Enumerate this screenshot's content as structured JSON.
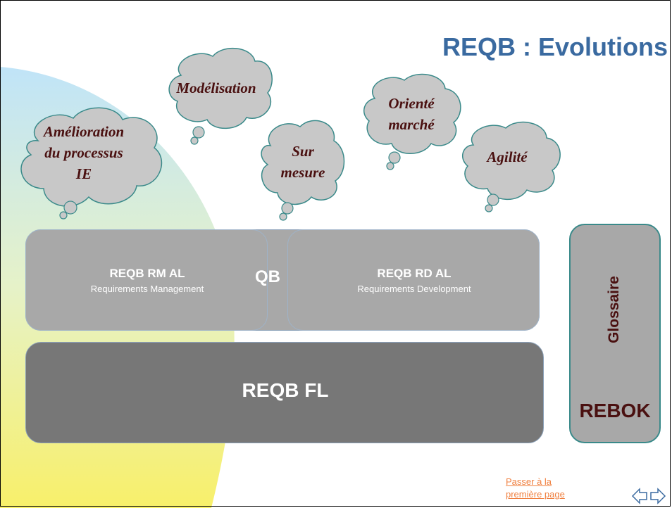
{
  "title": "REQB : Evolutions",
  "clouds": [
    "Amélioration\ndu processus\nIE",
    "Modélisation",
    "Sur\nmesure",
    "Orienté\nmarché",
    "Agilité"
  ],
  "boxes": {
    "al_partial": "QB",
    "rm_title": "REQB RM AL",
    "rm_subtitle": "Requirements Management",
    "rd_title": "REQB RD AL",
    "rd_subtitle": "Requirements Development",
    "fl_title": "REQB FL",
    "glossaire": "Glossaire",
    "rebok": "REBOK"
  },
  "nav": {
    "first_page": "Passer à la\npremière page",
    "arrows_icon": "prev-next-arrows-icon"
  },
  "colors": {
    "title": "#3a6aa0",
    "cloud_fill": "#c8c8c8",
    "cloud_text": "#4a1010",
    "box_light": "#a8a8a8",
    "box_dark": "#777777",
    "link": "#f08040",
    "teal_border": "#3a8a8a"
  }
}
